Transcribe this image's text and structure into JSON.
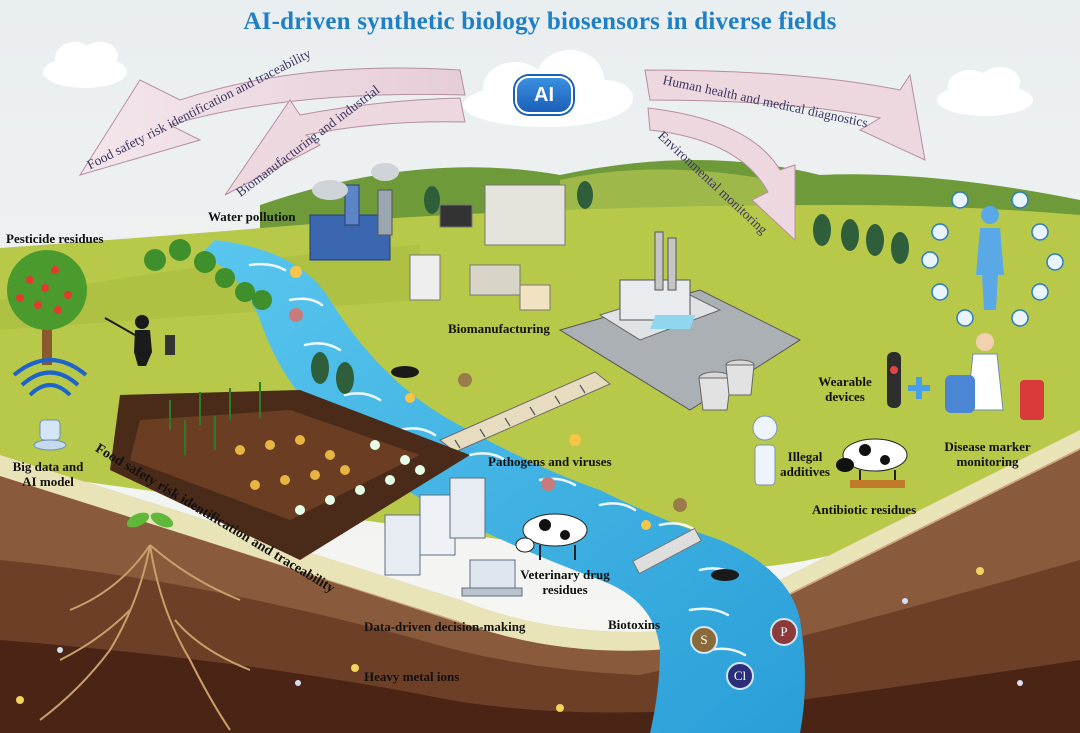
{
  "title": "AI-driven synthetic biology biosensors in diverse fields",
  "ai_badge": "AI",
  "arrows": {
    "food_safety_top": "Food safety risk identification and traceability",
    "biomanufacturing": "Biomanufacturing and industrial",
    "human_health": "Human health and medical diagnostics",
    "environmental": "Environmental monitoring"
  },
  "labels": {
    "water_pollution": "Water pollution",
    "pesticide_residues": "Pesticide residues",
    "biomanufacturing": "Biomanufacturing",
    "wearable": [
      "Wearable",
      "devices"
    ],
    "illegal": [
      "Illegal",
      "additives"
    ],
    "disease": [
      "Disease marker",
      "monitoring"
    ],
    "big_data": [
      "Big data and",
      "AI model"
    ],
    "food_safety_ground": "Food safety risk identification and traceability",
    "pathogens": "Pathogens and viruses",
    "antibiotic": "Antibiotic residues",
    "veterinary": [
      "Veterinary drug",
      "residues"
    ],
    "data_driven": "Data-driven decision-making",
    "biotoxins": "Biotoxins",
    "heavy_metal": "Heavy metal ions"
  },
  "ions": [
    "S",
    "P",
    "Cl"
  ],
  "colors": {
    "title": "#1f7fc4",
    "sky": "#f2f4f4",
    "grass": "#b8c94a",
    "river": "#3fb3e3",
    "soil_dark": "#5b2e1c",
    "soil_mid": "#8a5a3c",
    "soil_light": "#c9a27a",
    "arrow_fill": "#f1dfe6"
  }
}
